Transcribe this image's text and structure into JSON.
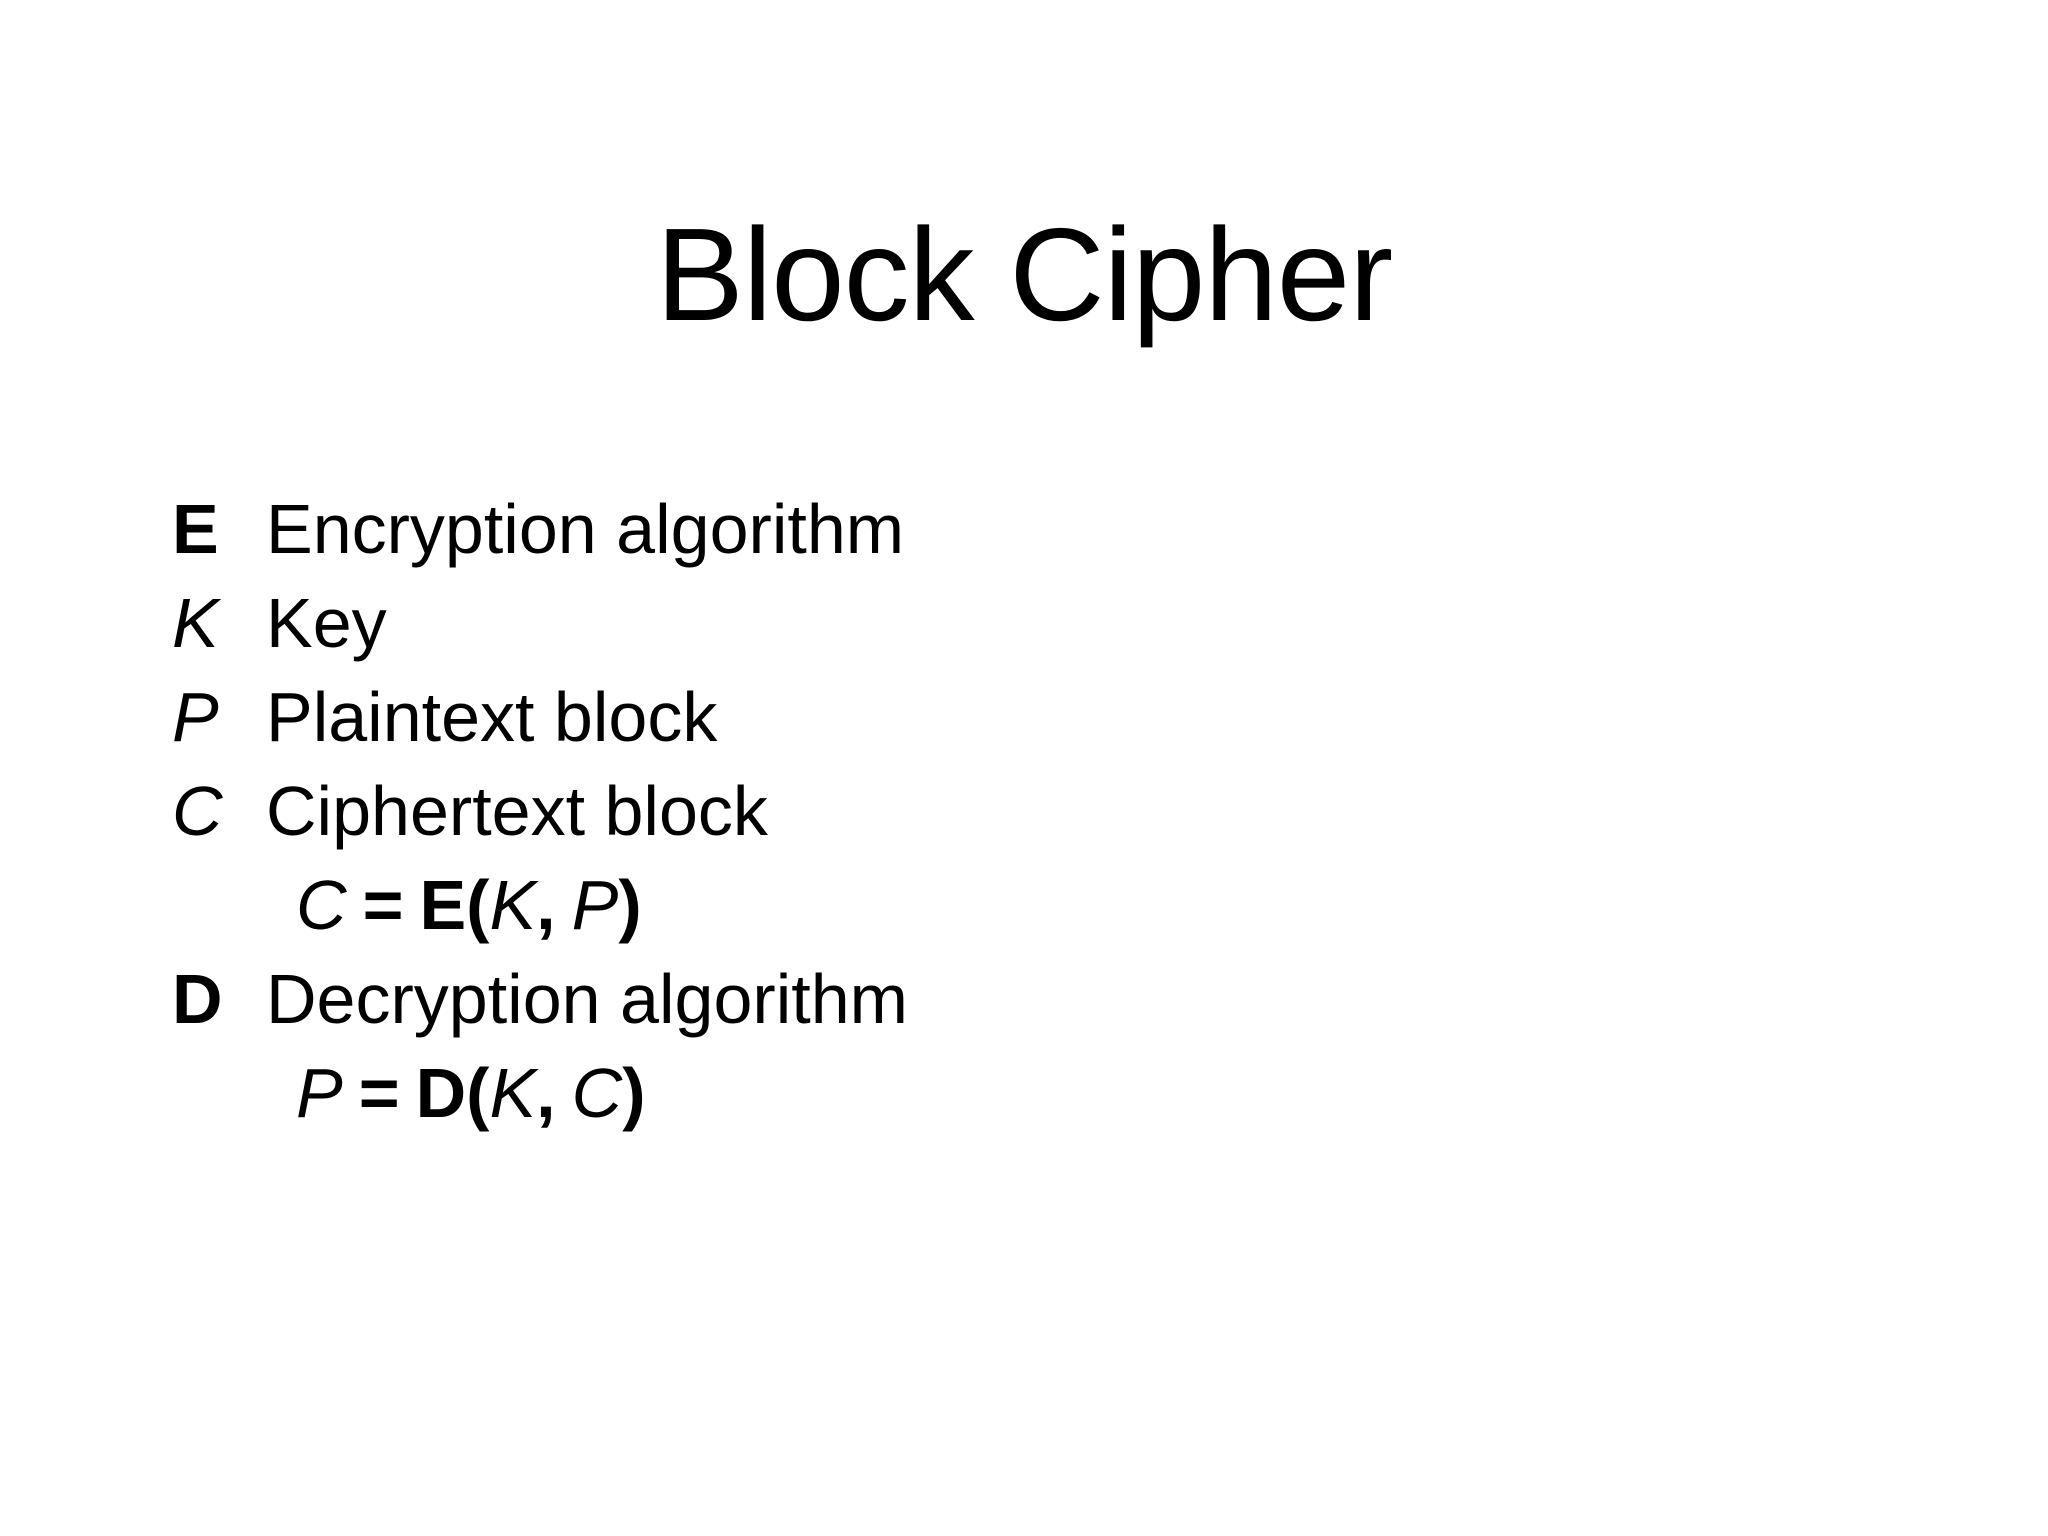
{
  "slide": {
    "title": "Block Cipher",
    "background_color": "#ffffff",
    "text_color": "#000000"
  },
  "body": {
    "entries": [
      {
        "symbol": "E",
        "symbol_style": "bold",
        "description": "Encryption algorithm"
      },
      {
        "symbol": "K",
        "symbol_style": "italic",
        "description": "Key"
      },
      {
        "symbol": "P",
        "symbol_style": "italic",
        "description": "Plaintext block"
      },
      {
        "symbol": "C",
        "symbol_style": "italic",
        "description": "Ciphertext block"
      },
      {
        "symbol": "D",
        "symbol_style": "bold",
        "description": "Decryption algorithm"
      }
    ],
    "formulas": [
      {
        "id": "encrypt",
        "text": "C = E(K, P)",
        "lhs": "C",
        "equals": "=",
        "function": "E(",
        "arg1": "K",
        "comma": ",",
        "arg2": "P",
        "close": ")"
      },
      {
        "id": "decrypt",
        "text": "P = D(K, C)",
        "lhs": "P",
        "equals": "=",
        "function": "D(",
        "arg1": "K",
        "comma": ",",
        "arg2": "C",
        "close": ")"
      }
    ]
  }
}
